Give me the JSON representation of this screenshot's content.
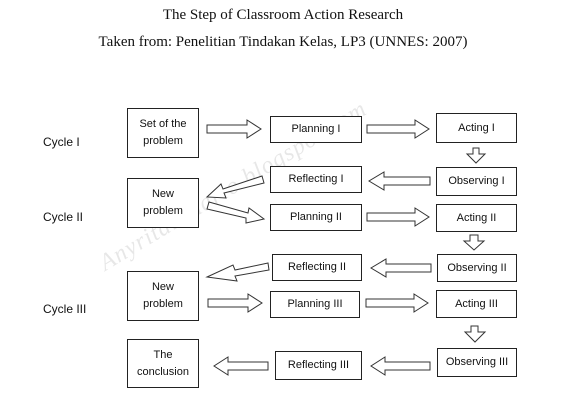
{
  "title": {
    "line1": "The Step of Classroom Action Research",
    "line2": "Taken from: Penelitian Tindakan Kelas, LP3 (UNNES: 2007)"
  },
  "cycles": {
    "cycle1": "Cycle I",
    "cycle2": "Cycle II",
    "cycle3": "Cycle III"
  },
  "boxes": {
    "set_of_problem": "Set of the\nproblem",
    "planning_1": "Planning I",
    "acting_1": "Acting I",
    "observing_1": "Observing I",
    "reflecting_1": "Reflecting I",
    "new_problem_2": "New\nproblem",
    "planning_2": "Planning II",
    "acting_2": "Acting II",
    "reflecting_2": "Reflecting II",
    "observing_2": "Observing II",
    "new_problem_3": "New\nproblem",
    "planning_3": "Planning III",
    "acting_3": "Acting III",
    "observing_3": "Observing III",
    "reflecting_3": "Reflecting III",
    "conclusion": "The\nconclusion"
  },
  "watermark": "Anyritaismario.blogspot.com"
}
